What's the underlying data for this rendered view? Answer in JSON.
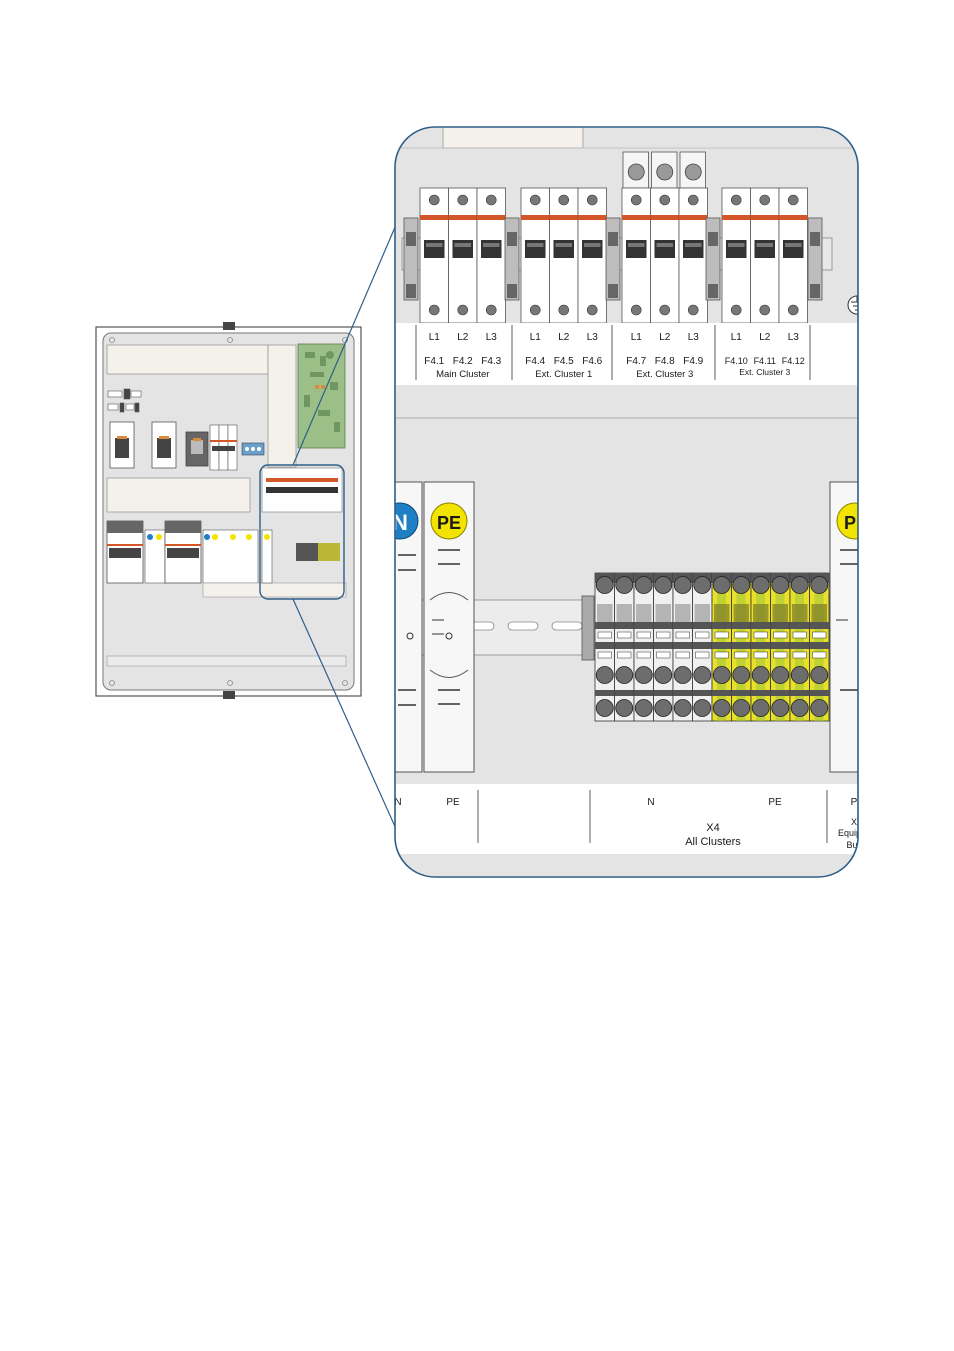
{
  "colors": {
    "cabinet_bg": "#e4e4e4",
    "frame_stroke": "#555555",
    "highlight_stroke": "#2e5f8a",
    "breaker_handle": "#333333",
    "orange_band": "#d4572a",
    "terminal_yellow": "#e8e02a",
    "n_badge_blue": "#1f7fc4",
    "pe_badge_yellow": "#f2e400",
    "circuit_board_green": "#9bbf86"
  },
  "breaker_groups": [
    {
      "phases": [
        "L1",
        "L2",
        "L3"
      ],
      "fuses": [
        "F4.1",
        "F4.2",
        "F4.3"
      ],
      "name": "Main Cluster"
    },
    {
      "phases": [
        "L1",
        "L2",
        "L3"
      ],
      "fuses": [
        "F4.4",
        "F4.5",
        "F4.6"
      ],
      "name": "Ext. Cluster 1"
    },
    {
      "phases": [
        "L1",
        "L2",
        "L3"
      ],
      "fuses": [
        "F4.7",
        "F4.8",
        "F4.9"
      ],
      "name": "Ext. Cluster 3"
    },
    {
      "phases": [
        "L1",
        "L2",
        "L3"
      ],
      "fuses": [
        "F4.10",
        "F4.11",
        "F4.12"
      ],
      "name": "Ext. Cluster 3"
    }
  ],
  "terminals": {
    "left_n_badge": "N",
    "left_pe_badge": "PE",
    "right_pe_badge": "P",
    "left_n_label": "N",
    "left_pe_label": "PE",
    "block_n_label": "N",
    "block_pe_label": "PE",
    "block_id": "X4",
    "block_name": "All Clusters",
    "right_label": "P",
    "right_id": "X",
    "right_name_line1": "Equipo",
    "right_name_line2": "Bu"
  }
}
